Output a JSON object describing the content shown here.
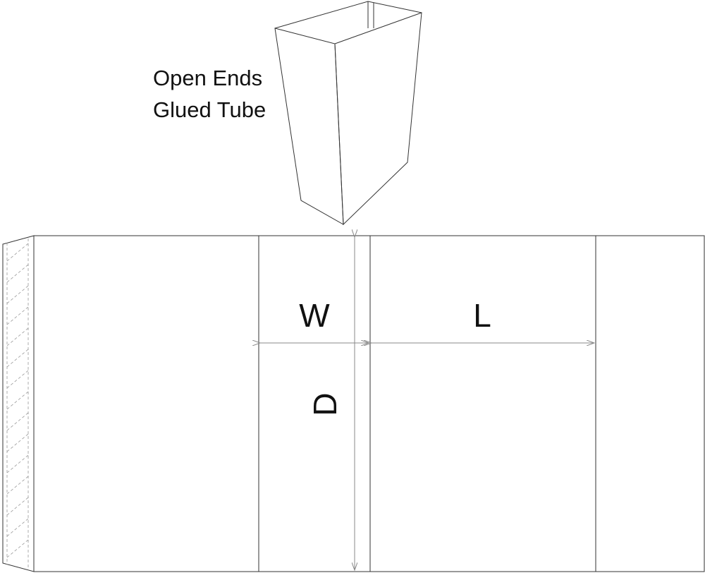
{
  "title": {
    "line1": "Open Ends",
    "line2": "Glued Tube"
  },
  "dimensions": {
    "width_label": "W",
    "length_label": "L",
    "depth_label": "D"
  },
  "colors": {
    "line": "#333333",
    "dimension_line": "#888888",
    "glue_flap_hatch": "#999999"
  }
}
